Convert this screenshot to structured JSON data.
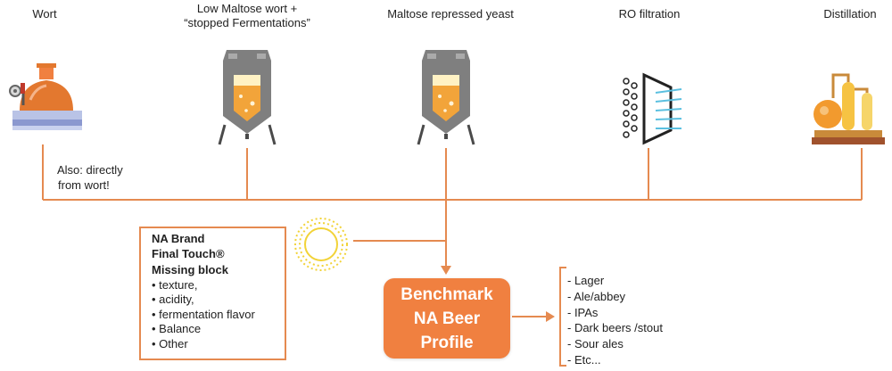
{
  "stages": [
    {
      "id": "wort",
      "label": "Wort",
      "icon": "brew-kettle-icon"
    },
    {
      "id": "low-maltose",
      "label_line1": "Low Maltose wort +",
      "label_line2": "“stopped Fermentations”",
      "icon": "fermentation-tank-icon"
    },
    {
      "id": "maltose-repressed",
      "label": "Maltose repressed yeast",
      "icon": "fermentation-tank-icon"
    },
    {
      "id": "ro",
      "label": "RO filtration",
      "icon": "membrane-filter-icon"
    },
    {
      "id": "distillation",
      "label": "Distillation",
      "icon": "distillation-column-icon"
    }
  ],
  "note": {
    "line1": "Also: directly",
    "line2": "from wort!"
  },
  "missing_box": {
    "brand_line1": "NA Brand",
    "brand_line2": "Final Touch®",
    "heading": "Missing block",
    "items": [
      "• texture,",
      "• acidity,",
      "• fermentation flavor",
      "• Balance",
      "• Other"
    ]
  },
  "benchmark": {
    "line1": "Benchmark",
    "line2": "NA Beer",
    "line3": "Profile"
  },
  "beer_styles": [
    "- Lager",
    "- Ale/abbey",
    "- IPAs",
    "- Dark beers /stout",
    "- Sour ales",
    "- Etc..."
  ],
  "colors": {
    "line": "#e58a50",
    "accent": "#f08040",
    "tank": "#7d7d7d",
    "sun": "#f2d338"
  }
}
